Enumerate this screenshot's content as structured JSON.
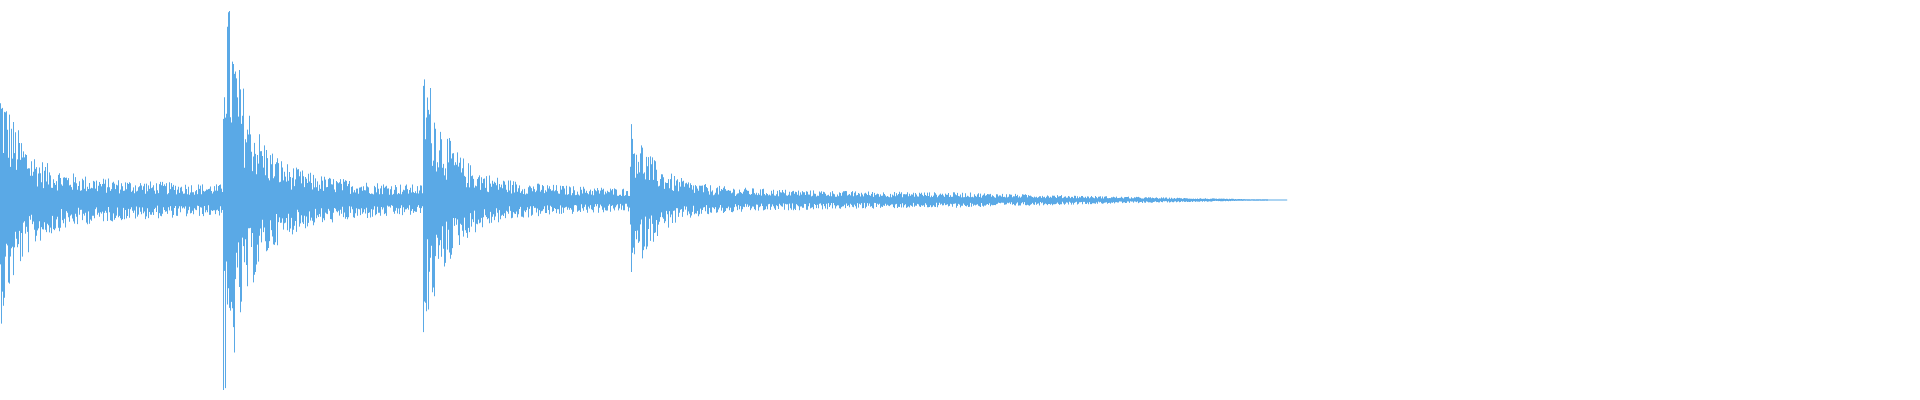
{
  "waveform": {
    "color": "#5aa9e6",
    "background": "#ffffff",
    "channels": 1,
    "transients": [
      {
        "time": 0.0,
        "peak": 0.45
      },
      {
        "time": 0.118,
        "peak": 0.82
      },
      {
        "time": 0.222,
        "peak": 0.5
      },
      {
        "time": 0.33,
        "peak": 0.28
      }
    ],
    "sound_end": 0.66
  }
}
